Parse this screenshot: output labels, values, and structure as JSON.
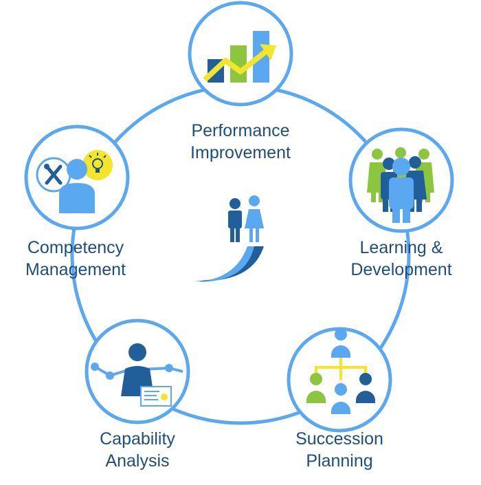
{
  "diagram": {
    "colors": {
      "ring": "#5aa8ef",
      "light_blue": "#5aa8ef",
      "dark_blue": "#215f9a",
      "green": "#8cc63f",
      "yellow": "#f2e52b",
      "label_text": "#1f4e7a"
    },
    "center": {
      "icon": "two-people-on-rising-wave-icon"
    },
    "nodes": [
      {
        "id": "performance",
        "icon": "bar-chart-growth-icon",
        "label_lines": [
          "Performance",
          "Improvement"
        ]
      },
      {
        "id": "learning",
        "icon": "people-group-icon",
        "label_lines": [
          "Learning &",
          "Development"
        ]
      },
      {
        "id": "succession",
        "icon": "org-chart-icon",
        "label_lines": [
          "Succession",
          "Planning"
        ]
      },
      {
        "id": "capability",
        "icon": "person-certificate-icon",
        "label_lines": [
          "Capability",
          "Analysis"
        ]
      },
      {
        "id": "competency",
        "icon": "person-tools-idea-icon",
        "label_lines": [
          "Competency",
          "Management"
        ]
      }
    ]
  }
}
